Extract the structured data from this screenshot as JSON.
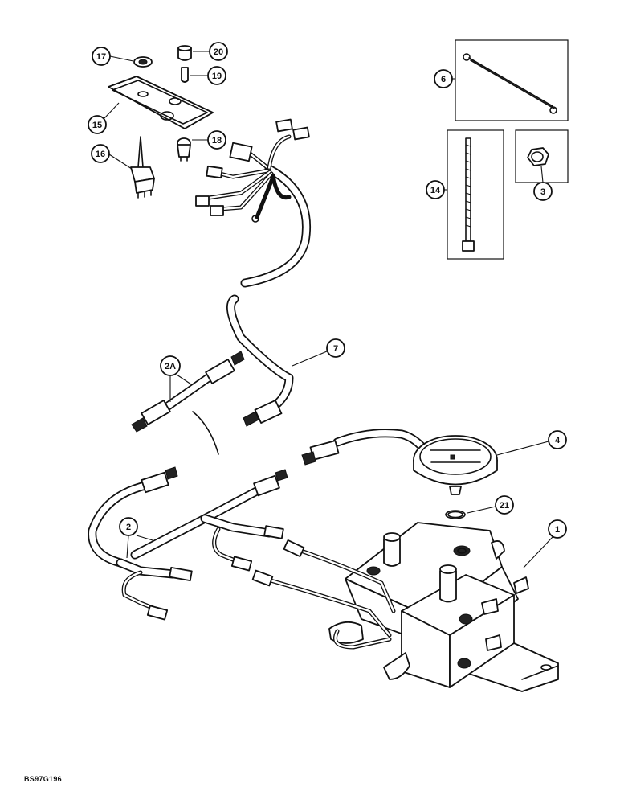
{
  "figure": {
    "reference_code": "BS97G196"
  },
  "callouts": [
    {
      "id": "c1",
      "label": "1"
    },
    {
      "id": "c2",
      "label": "2"
    },
    {
      "id": "c2a",
      "label": "2A"
    },
    {
      "id": "c3",
      "label": "3"
    },
    {
      "id": "c4",
      "label": "4"
    },
    {
      "id": "c6",
      "label": "6"
    },
    {
      "id": "c7",
      "label": "7"
    },
    {
      "id": "c14",
      "label": "14"
    },
    {
      "id": "c15",
      "label": "15"
    },
    {
      "id": "c16",
      "label": "16"
    },
    {
      "id": "c17",
      "label": "17"
    },
    {
      "id": "c18",
      "label": "18"
    },
    {
      "id": "c19",
      "label": "19"
    },
    {
      "id": "c20",
      "label": "20"
    },
    {
      "id": "c21",
      "label": "21"
    }
  ]
}
